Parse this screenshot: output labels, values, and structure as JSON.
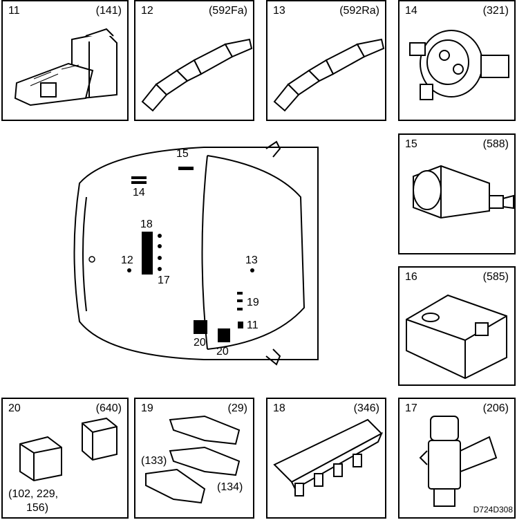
{
  "panels": [
    {
      "id": "p11",
      "num": "11",
      "ref": "(141)"
    },
    {
      "id": "p12",
      "num": "12",
      "ref": "(592Fa)"
    },
    {
      "id": "p13",
      "num": "13",
      "ref": "(592Ra)"
    },
    {
      "id": "p14",
      "num": "14",
      "ref": "(321)"
    },
    {
      "id": "p15",
      "num": "15",
      "ref": "(588)"
    },
    {
      "id": "p16",
      "num": "16",
      "ref": "(585)"
    },
    {
      "id": "p17",
      "num": "17",
      "ref": "(206)"
    },
    {
      "id": "p18",
      "num": "18",
      "ref": "(346)"
    },
    {
      "id": "p19",
      "num": "19",
      "ref": "(29)",
      "extra1": "(133)",
      "extra2": "(134)"
    },
    {
      "id": "p20",
      "num": "20",
      "ref": "(640)",
      "extra1": "(102, 229,",
      "extra2": "156)"
    }
  ],
  "car_labels": {
    "l15": "15",
    "l14": "14",
    "l18": "18",
    "l12": "12",
    "l17": "17",
    "l13": "13",
    "l19": "19",
    "l11": "11",
    "l20a": "20",
    "l20b": "20"
  },
  "drawing_code": "D724D308"
}
